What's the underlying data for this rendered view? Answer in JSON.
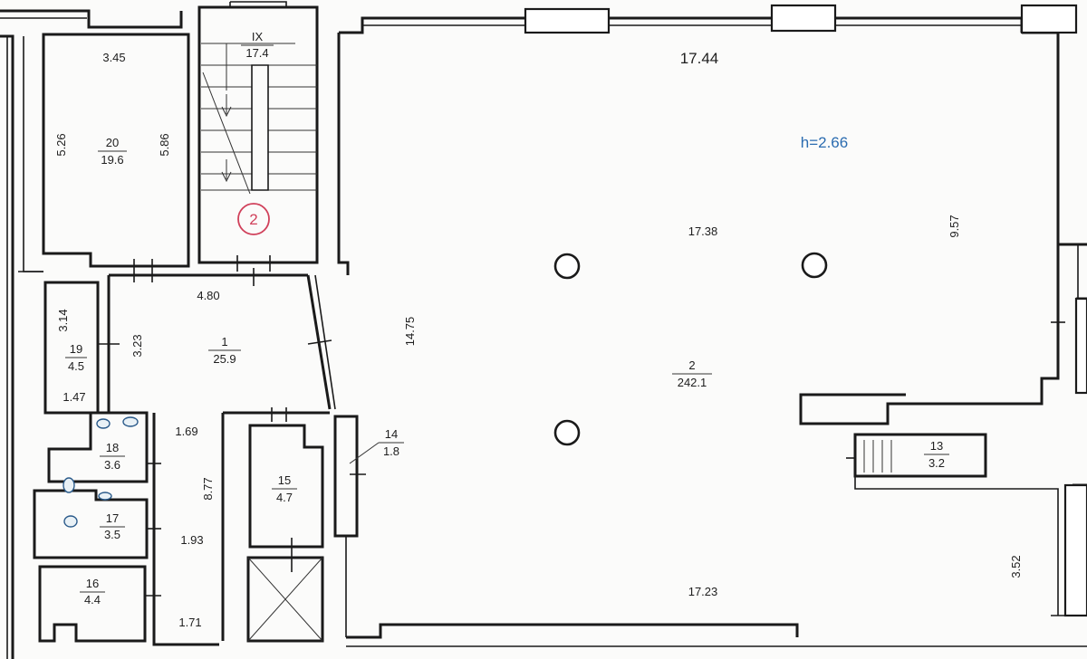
{
  "colors": {
    "wall": "#1a1a1a",
    "height_label": "#2b6cb0",
    "stamp": "#d0405a",
    "sanitary": "#2a5a8a"
  },
  "plan": {
    "ceiling_height": "h=2.66",
    "stairwell_stamp": "2",
    "stairwell": {
      "number": "IX",
      "area": "17.4"
    },
    "rooms": {
      "r1": {
        "number": "1",
        "area": "25.9"
      },
      "r2": {
        "number": "2",
        "area": "242.1"
      },
      "r13": {
        "number": "13",
        "area": "3.2"
      },
      "r14": {
        "number": "14",
        "area": "1.8"
      },
      "r15": {
        "number": "15",
        "area": "4.7"
      },
      "r16": {
        "number": "16",
        "area": "4.4"
      },
      "r17": {
        "number": "17",
        "area": "3.5"
      },
      "r18": {
        "number": "18",
        "area": "3.6"
      },
      "r19": {
        "number": "19",
        "area": "4.5"
      },
      "r20": {
        "number": "20",
        "area": "19.6"
      }
    },
    "dims": {
      "top_len": "17.44",
      "r2_inner": "17.38",
      "right_side": "9.57",
      "r2_depth": "14.75",
      "bottom_len": "17.23",
      "right_low": "3.52",
      "r20_top": "3.45",
      "r20_left": "5.26",
      "r20_right": "5.86",
      "r1_width": "4.80",
      "r1_depth": "3.23",
      "r19_height": "3.14",
      "r19_width": "1.47",
      "corridor_len": "8.77",
      "corridor_w1": "1.69",
      "corridor_w2": "1.93",
      "corridor_w3": "1.71"
    }
  }
}
